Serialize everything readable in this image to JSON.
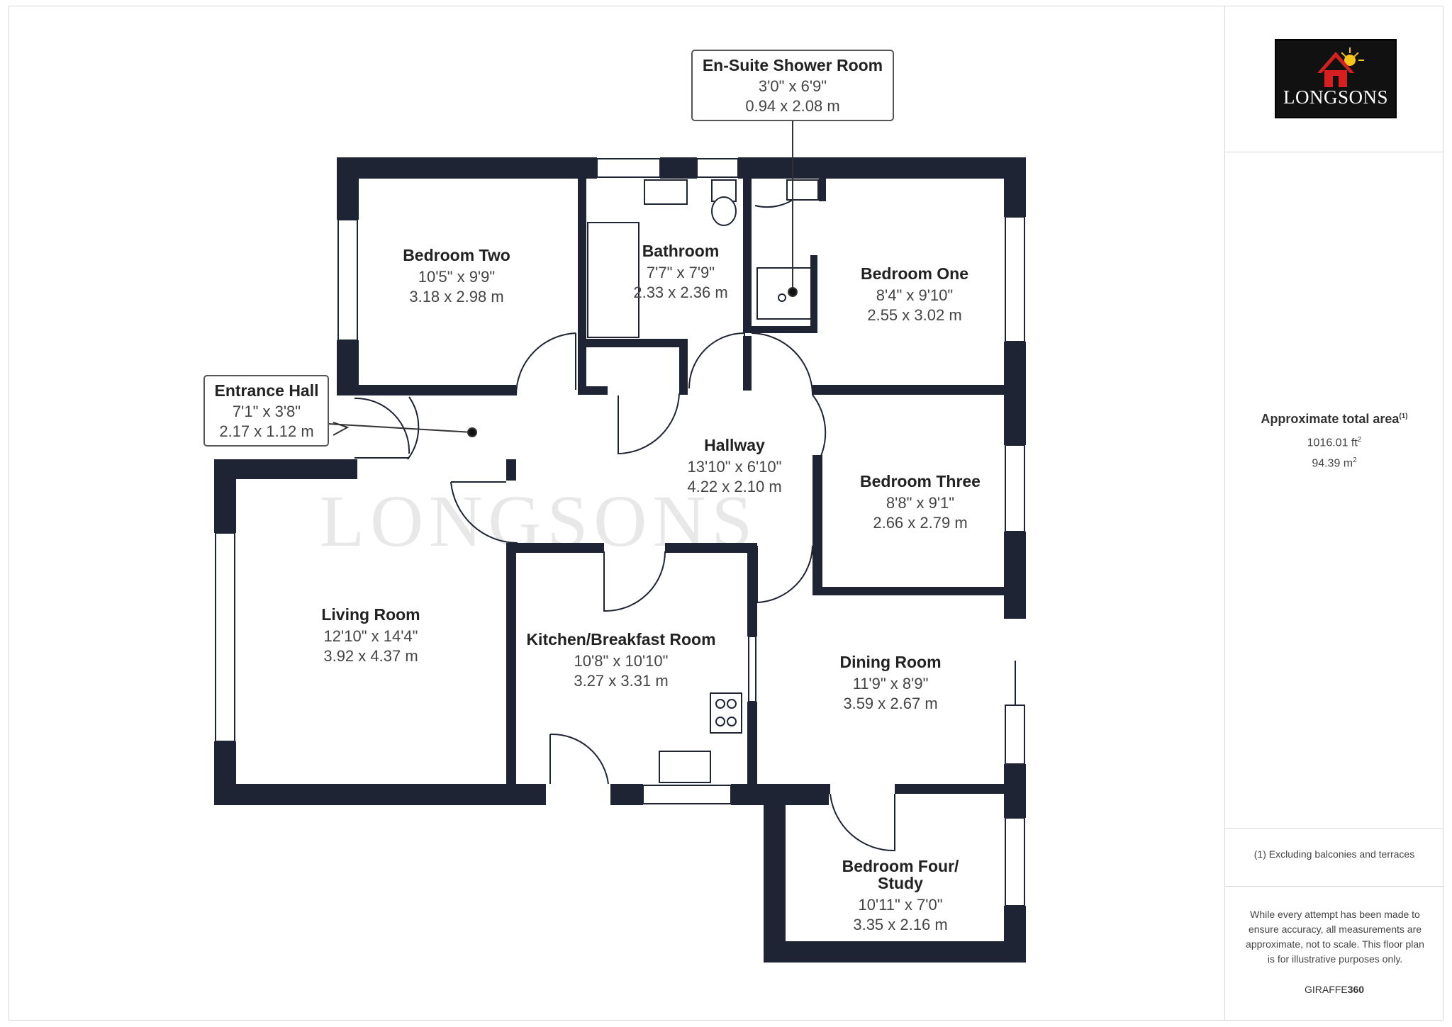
{
  "brand": {
    "logo_text": "LONGSONS",
    "watermark": "LONGSONS",
    "logo_colors": {
      "background": "#111111",
      "roof": "#d62020",
      "sun": "#f5c518"
    }
  },
  "wall_color": "#1e2433",
  "rooms": [
    {
      "id": "bedroom-two",
      "name": "Bedroom Two",
      "imperial": "10'5\" x 9'9\"",
      "metric": "3.18 x 2.98 m"
    },
    {
      "id": "bathroom",
      "name": "Bathroom",
      "imperial": "7'7\" x 7'9\"",
      "metric": "2.33 x 2.36 m"
    },
    {
      "id": "bedroom-one",
      "name": "Bedroom One",
      "imperial": "8'4\" x 9'10\"",
      "metric": "2.55 x 3.02 m"
    },
    {
      "id": "hallway",
      "name": "Hallway",
      "imperial": "13'10\" x 6'10\"",
      "metric": "4.22 x 2.10 m"
    },
    {
      "id": "bedroom-three",
      "name": "Bedroom Three",
      "imperial": "8'8\" x 9'1\"",
      "metric": "2.66 x 2.79 m"
    },
    {
      "id": "living-room",
      "name": "Living Room",
      "imperial": "12'10\" x 14'4\"",
      "metric": "3.92 x 4.37 m"
    },
    {
      "id": "kitchen",
      "name": "Kitchen/Breakfast Room",
      "imperial": "10'8\" x 10'10\"",
      "metric": "3.27 x 3.31 m"
    },
    {
      "id": "dining-room",
      "name": "Dining Room",
      "imperial": "11'9\" x 8'9\"",
      "metric": "3.59 x 2.67 m"
    },
    {
      "id": "bedroom-four",
      "name_line1": "Bedroom Four/",
      "name_line2": "Study",
      "imperial": "10'11\" x 7'0\"",
      "metric": "3.35 x 2.16 m"
    }
  ],
  "callouts": {
    "ensuite": {
      "name": "En-Suite Shower Room",
      "imperial": "3'0\" x 6'9\"",
      "metric": "0.94 x 2.08 m"
    },
    "entrance": {
      "name": "Entrance Hall",
      "imperial": "7'1\" x 3'8\"",
      "metric": "2.17 x 1.12 m"
    }
  },
  "side_panel": {
    "area_title": "Approximate total area",
    "area_note_marker": "(1)",
    "area_sqft": "1016.01 ft",
    "area_sqm": "94.39 m",
    "area_unit_power": "2",
    "footnote": "(1) Excluding balconies and terraces",
    "disclaimer": "While every attempt has been made to ensure accuracy, all measurements are approximate, not to scale. This floor plan is for illustrative purposes only.",
    "brand_prefix": "GIRAFFE",
    "brand_suffix": "360"
  }
}
